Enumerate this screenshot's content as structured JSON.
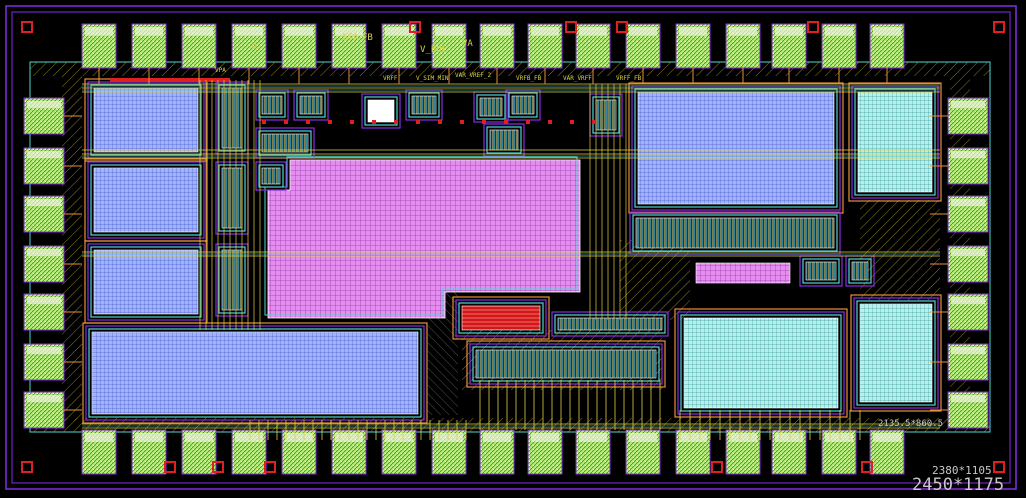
{
  "layout": {
    "colors": {
      "background": "#000000",
      "outline_purple": "#8a2be2",
      "pad_green": "#9adf5a",
      "pad_white": "#f2f2e6",
      "metal_yellow": "#e0d040",
      "metal_cyan": "#4fd6d6",
      "metal_orange": "#e8903a",
      "metal_red": "#e02020",
      "capacitor_pink": "#e58ef0",
      "array_blue": "#8fa8ff",
      "array_cyan": "#9fe8e8",
      "hatch_olive": "#b0a020"
    },
    "top_labels": {
      "l1": "STA",
      "l2": "FB",
      "l3": "R",
      "l4": "VA",
      "l5": "V_BUE",
      "l6": "VRFF",
      "l7": "V_SIM_MIN",
      "l8": "VAR_VREF_2",
      "l9": "VRFB_FB",
      "l10": "VAR_VRFF",
      "l11": "VRFF_FB",
      "l12": "VPA"
    },
    "dimensions": {
      "inner": "2380*1105",
      "outer": "2450*1175",
      "block": "2135.5*860.5"
    }
  }
}
